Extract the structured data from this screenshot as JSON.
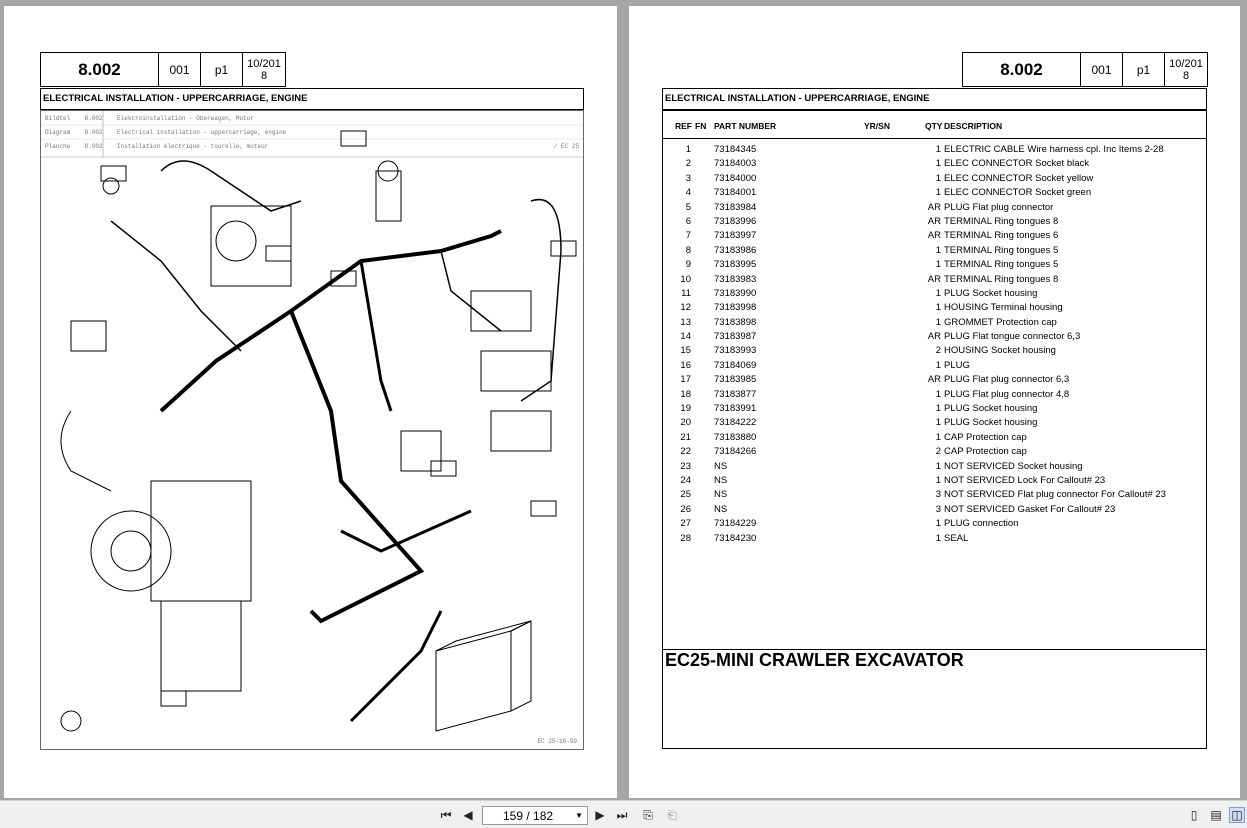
{
  "left_page": {
    "header": {
      "section": "8.002",
      "code": "001",
      "page": "p1",
      "date": "10/201\n8"
    },
    "title": "ELECTRICAL INSTALLATION - UPPERCARRIAGE, ENGINE",
    "legend": [
      [
        "Bildtel",
        "8.002",
        "Elektroinstallation - Oberwagen, Motor"
      ],
      [
        "Diagram",
        "8.002",
        "Electrical installation - uppercarriage, engine"
      ],
      [
        "Planche",
        "8.002",
        "Installation électrique - tourelle, moteur"
      ]
    ],
    "legend_code": "/ EC 25",
    "footer_code": "EC 25-10-99"
  },
  "right_page": {
    "header": {
      "section": "8.002",
      "code": "001",
      "page": "p1",
      "date": "10/201\n8"
    },
    "title": "ELECTRICAL INSTALLATION - UPPERCARRIAGE, ENGINE",
    "columns": {
      "ref": "REF",
      "fn": "FN",
      "part": "PART NUMBER",
      "yrsn": "YR/SN",
      "qty": "QTY",
      "desc": "DESCRIPTION"
    },
    "rows": [
      {
        "ref": "1",
        "pn": "73184345",
        "qty": "1",
        "desc": "ELECTRIC CABLE  Wire harness cpl. Inc Items 2-28"
      },
      {
        "ref": "2",
        "pn": "73184003",
        "qty": "1",
        "desc": "ELEC CONNECTOR  Socket black"
      },
      {
        "ref": "3",
        "pn": "73184000",
        "qty": "1",
        "desc": "ELEC CONNECTOR  Socket yellow"
      },
      {
        "ref": "4",
        "pn": "73184001",
        "qty": "1",
        "desc": "ELEC CONNECTOR  Socket green"
      },
      {
        "ref": "5",
        "pn": "73183984",
        "qty": "AR",
        "desc": "PLUG  Flat plug connector"
      },
      {
        "ref": "6",
        "pn": "73183996",
        "qty": "AR",
        "desc": "TERMINAL  Ring tongues 8"
      },
      {
        "ref": "7",
        "pn": "73183997",
        "qty": "AR",
        "desc": "TERMINAL  Ring tongues 6"
      },
      {
        "ref": "8",
        "pn": "73183986",
        "qty": "1",
        "desc": "TERMINAL  Ring tongues 5"
      },
      {
        "ref": "9",
        "pn": "73183995",
        "qty": "1",
        "desc": "TERMINAL  Ring tongues 5"
      },
      {
        "ref": "10",
        "pn": "73183983",
        "qty": "AR",
        "desc": "TERMINAL  Ring tongues 8"
      },
      {
        "ref": "11",
        "pn": "73183990",
        "qty": "1",
        "desc": "PLUG  Socket housing"
      },
      {
        "ref": "12",
        "pn": "73183998",
        "qty": "1",
        "desc": "HOUSING  Terminal housing"
      },
      {
        "ref": "13",
        "pn": "73183898",
        "qty": "1",
        "desc": "GROMMET  Protection cap"
      },
      {
        "ref": "14",
        "pn": "73183987",
        "qty": "AR",
        "desc": "PLUG  Flat tongue connector 6,3"
      },
      {
        "ref": "15",
        "pn": "73183993",
        "qty": "2",
        "desc": "HOUSING  Socket housing"
      },
      {
        "ref": "16",
        "pn": "73184069",
        "qty": "1",
        "desc": "PLUG"
      },
      {
        "ref": "17",
        "pn": "73183985",
        "qty": "AR",
        "desc": "PLUG  Flat plug connector 6,3"
      },
      {
        "ref": "18",
        "pn": "73183877",
        "qty": "1",
        "desc": "PLUG  Flat plug connector 4,8"
      },
      {
        "ref": "19",
        "pn": "73183991",
        "qty": "1",
        "desc": "PLUG  Socket housing"
      },
      {
        "ref": "20",
        "pn": "73184222",
        "qty": "1",
        "desc": "PLUG  Socket housing"
      },
      {
        "ref": "21",
        "pn": "73183880",
        "qty": "1",
        "desc": "CAP  Protection cap"
      },
      {
        "ref": "22",
        "pn": "73184266",
        "qty": "2",
        "desc": "CAP  Protection cap"
      },
      {
        "ref": "23",
        "pn": "NS",
        "qty": "1",
        "desc": "NOT SERVICED  Socket housing"
      },
      {
        "ref": "24",
        "pn": "NS",
        "qty": "1",
        "desc": "NOT SERVICED  Lock For Callout# 23"
      },
      {
        "ref": "25",
        "pn": "NS",
        "qty": "3",
        "desc": "NOT SERVICED  Flat plug connector For Callout# 23"
      },
      {
        "ref": "26",
        "pn": "NS",
        "qty": "3",
        "desc": "NOT SERVICED  Gasket For Callout# 23"
      },
      {
        "ref": "27",
        "pn": "73184229",
        "qty": "1",
        "desc": "PLUG  connection"
      },
      {
        "ref": "28",
        "pn": "73184230",
        "qty": "1",
        "desc": "SEAL"
      }
    ],
    "model": "EC25-MINI CRAWLER EXCAVATOR"
  },
  "toolbar": {
    "page_indicator": "159 / 182",
    "current_page": 159,
    "total_pages": 182
  }
}
